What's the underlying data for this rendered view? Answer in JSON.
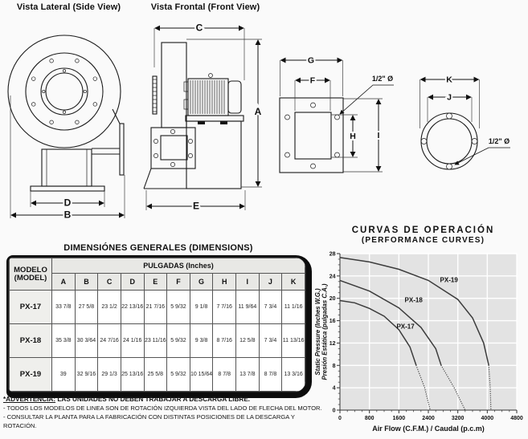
{
  "page": {
    "side_view_title": "Vista Lateral (Side View)",
    "front_view_title": "Vista Frontal (Front View)"
  },
  "diagrams": {
    "side_view": {
      "dim_d": "D",
      "dim_b": "B"
    },
    "front_view": {
      "dim_c": "C",
      "dim_a": "A",
      "dim_e": "E"
    },
    "rect_flange": {
      "dim_g": "G",
      "dim_f": "F",
      "dim_h": "H",
      "dim_i": "I",
      "hole_label": "1/2\" Ø"
    },
    "round_flange": {
      "dim_k": "K",
      "dim_j": "J",
      "hole_label": "1/2\" Ø"
    }
  },
  "table": {
    "title": "DIMENSIÓNES  GENERALES  (DIMENSIONS)",
    "model_header_line1": "MODELO",
    "model_header_line2": "(MODEL)",
    "group_header": "PULGADAS (Inches)",
    "columns": [
      "A",
      "B",
      "C",
      "D",
      "E",
      "F",
      "G",
      "H",
      "I",
      "J",
      "K"
    ],
    "rows": [
      {
        "model": "PX-17",
        "values": [
          "33 7/8",
          "27 5/8",
          "23 1/2",
          "22 13/16",
          "21 7/16",
          "5 9/32",
          "9 1/8",
          "7 7/16",
          "11 9/64",
          "7 3/4",
          "11 1/16"
        ]
      },
      {
        "model": "PX-18",
        "values": [
          "35 3/8",
          "30 3/64",
          "24 7/16",
          "24 1/16",
          "23 11/16",
          "5 9/32",
          "9 3/8",
          "8 7/16",
          "12 5/8",
          "7 3/4",
          "11 13/16"
        ]
      },
      {
        "model": "PX-19",
        "values": [
          "39",
          "32 9/16",
          "29 1/3",
          "25 13/16",
          "25 5/8",
          "5 9/32",
          "10 15/64",
          "8 7/8",
          "13 7/8",
          "8 7/8",
          "13 3/16"
        ]
      }
    ]
  },
  "notes": {
    "warning_label": "*ADVERTENCIA:",
    "warning_text": " LAS UNIDADES NO DEBEN TRABAJAR A DESCARGA LIBRE.",
    "note1": "- TODOS LOS MODELOS DE LINEA SON DE ROTACIÓN IZQUIERDA VISTA DEL LADO DE FLECHA DEL MOTOR.",
    "note2": "- CONSULTAR LA PLANTA PARA LA FABRICACIÓN CON DISTINTAS POSICIONES DE LA DESCARGA Y ROTACIÓN."
  },
  "chart": {
    "title": "CURVAS DE OPERACIÓN",
    "subtitle": "(PERFORMANCE CURVES)"
  },
  "chart_data": {
    "type": "line",
    "title": "CURVAS DE OPERACIÓN",
    "subtitle": "(PERFORMANCE CURVES)",
    "xlabel": "Air Flow (C.F.M.) / Caudal (p.c.m)",
    "ylabel_line1": "Static Pressure (Inches W.G.)",
    "ylabel_line2": "Presión Estática (pulgadas C.A.)",
    "xlim": [
      0,
      4800
    ],
    "ylim": [
      0,
      28
    ],
    "xticks": [
      0,
      800,
      1600,
      2400,
      3200,
      4000,
      4800
    ],
    "yticks": [
      0,
      4,
      8,
      12,
      16,
      20,
      24,
      28
    ],
    "grid": "on",
    "series": [
      {
        "name": "PX-17",
        "solid": [
          [
            0,
            19.6
          ],
          [
            400,
            19.2
          ],
          [
            800,
            18.2
          ],
          [
            1200,
            16.8
          ],
          [
            1600,
            14.4
          ],
          [
            1900,
            11.3
          ],
          [
            2070,
            8
          ]
        ],
        "dotted": [
          [
            2070,
            8
          ],
          [
            2300,
            4
          ],
          [
            2450,
            0
          ]
        ],
        "label_pos": [
          1780,
          14.6
        ]
      },
      {
        "name": "PX-18",
        "solid": [
          [
            0,
            23.2
          ],
          [
            800,
            21.3
          ],
          [
            1600,
            18.3
          ],
          [
            2200,
            14.8
          ],
          [
            2600,
            11
          ],
          [
            2750,
            8
          ]
        ],
        "dotted": [
          [
            2750,
            8
          ],
          [
            3100,
            4
          ],
          [
            3400,
            0
          ]
        ],
        "label_pos": [
          2000,
          19.3
        ]
      },
      {
        "name": "PX-19",
        "solid": [
          [
            0,
            27.3
          ],
          [
            800,
            26.5
          ],
          [
            1600,
            25.2
          ],
          [
            2400,
            23.2
          ],
          [
            3200,
            19.8
          ],
          [
            3600,
            16.5
          ],
          [
            3900,
            12
          ],
          [
            4040,
            8
          ]
        ],
        "dotted": [
          [
            4040,
            8
          ],
          [
            4080,
            4
          ],
          [
            4100,
            0
          ]
        ],
        "label_pos": [
          2960,
          22.9
        ]
      }
    ]
  },
  "colors": {
    "ink": "#111111",
    "plot_bg": "#e3e3e3",
    "grid": "#ffffff",
    "curve": "#3c3c3c"
  }
}
